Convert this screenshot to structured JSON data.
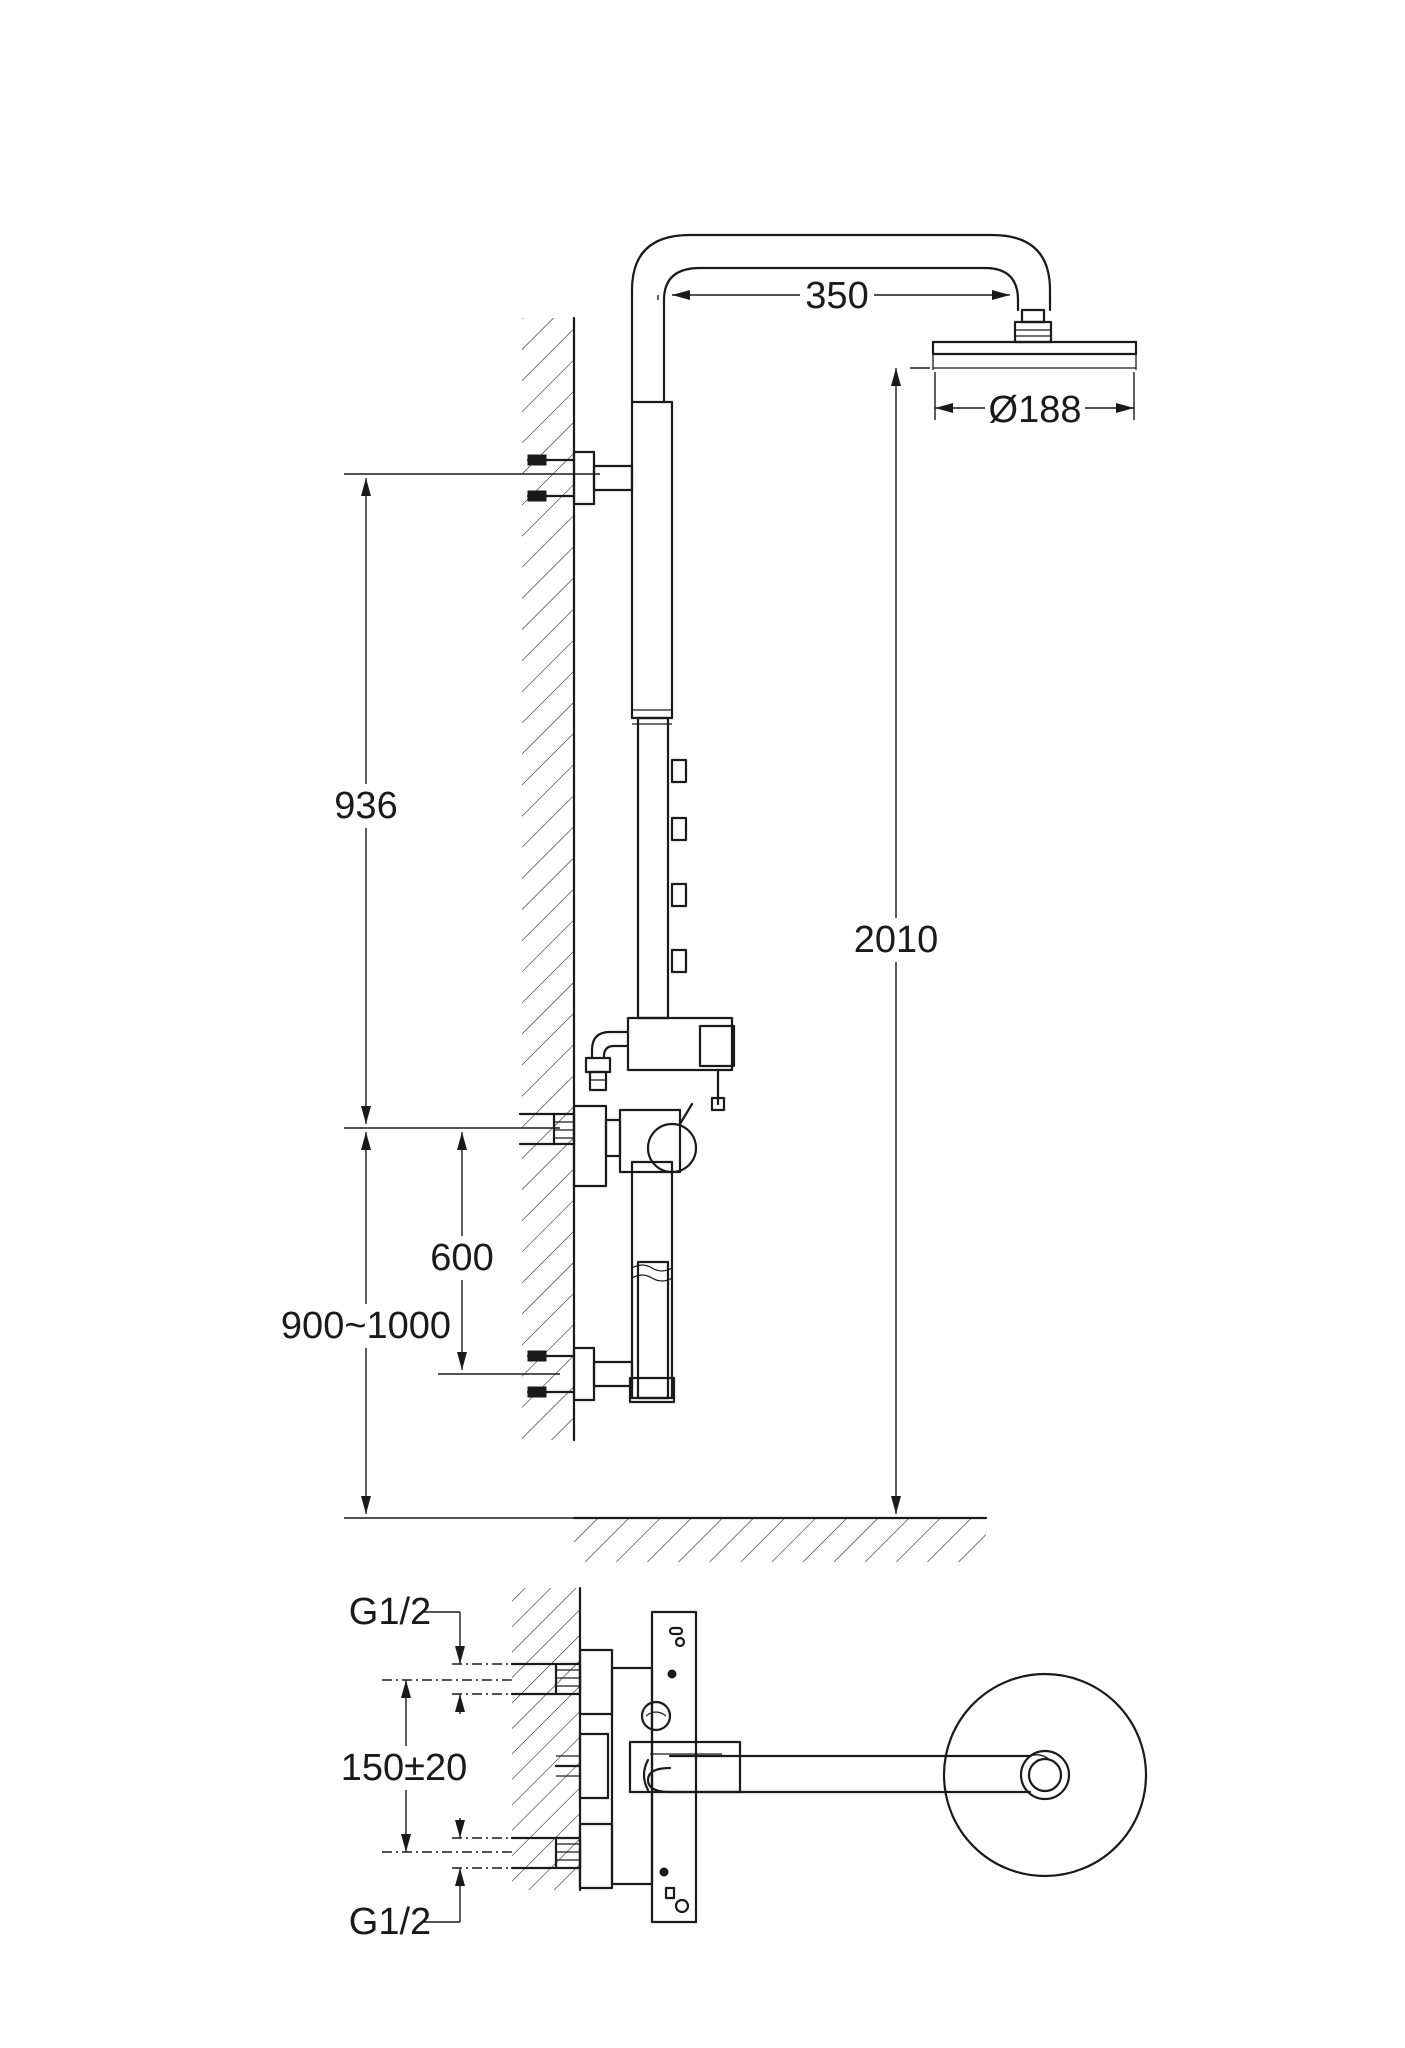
{
  "side_view": {
    "dim_arm_reach": "350",
    "dim_head_diameter": "Ø188",
    "dim_upper_bracket_to_mixer": "936",
    "dim_mixer_to_lower_bracket": "600",
    "dim_mixer_height": "900~1000",
    "dim_total_height": "2010"
  },
  "top_view": {
    "dim_thread_top": "G1/2",
    "dim_inlet_spacing": "150±20",
    "dim_thread_bottom": "G1/2"
  }
}
